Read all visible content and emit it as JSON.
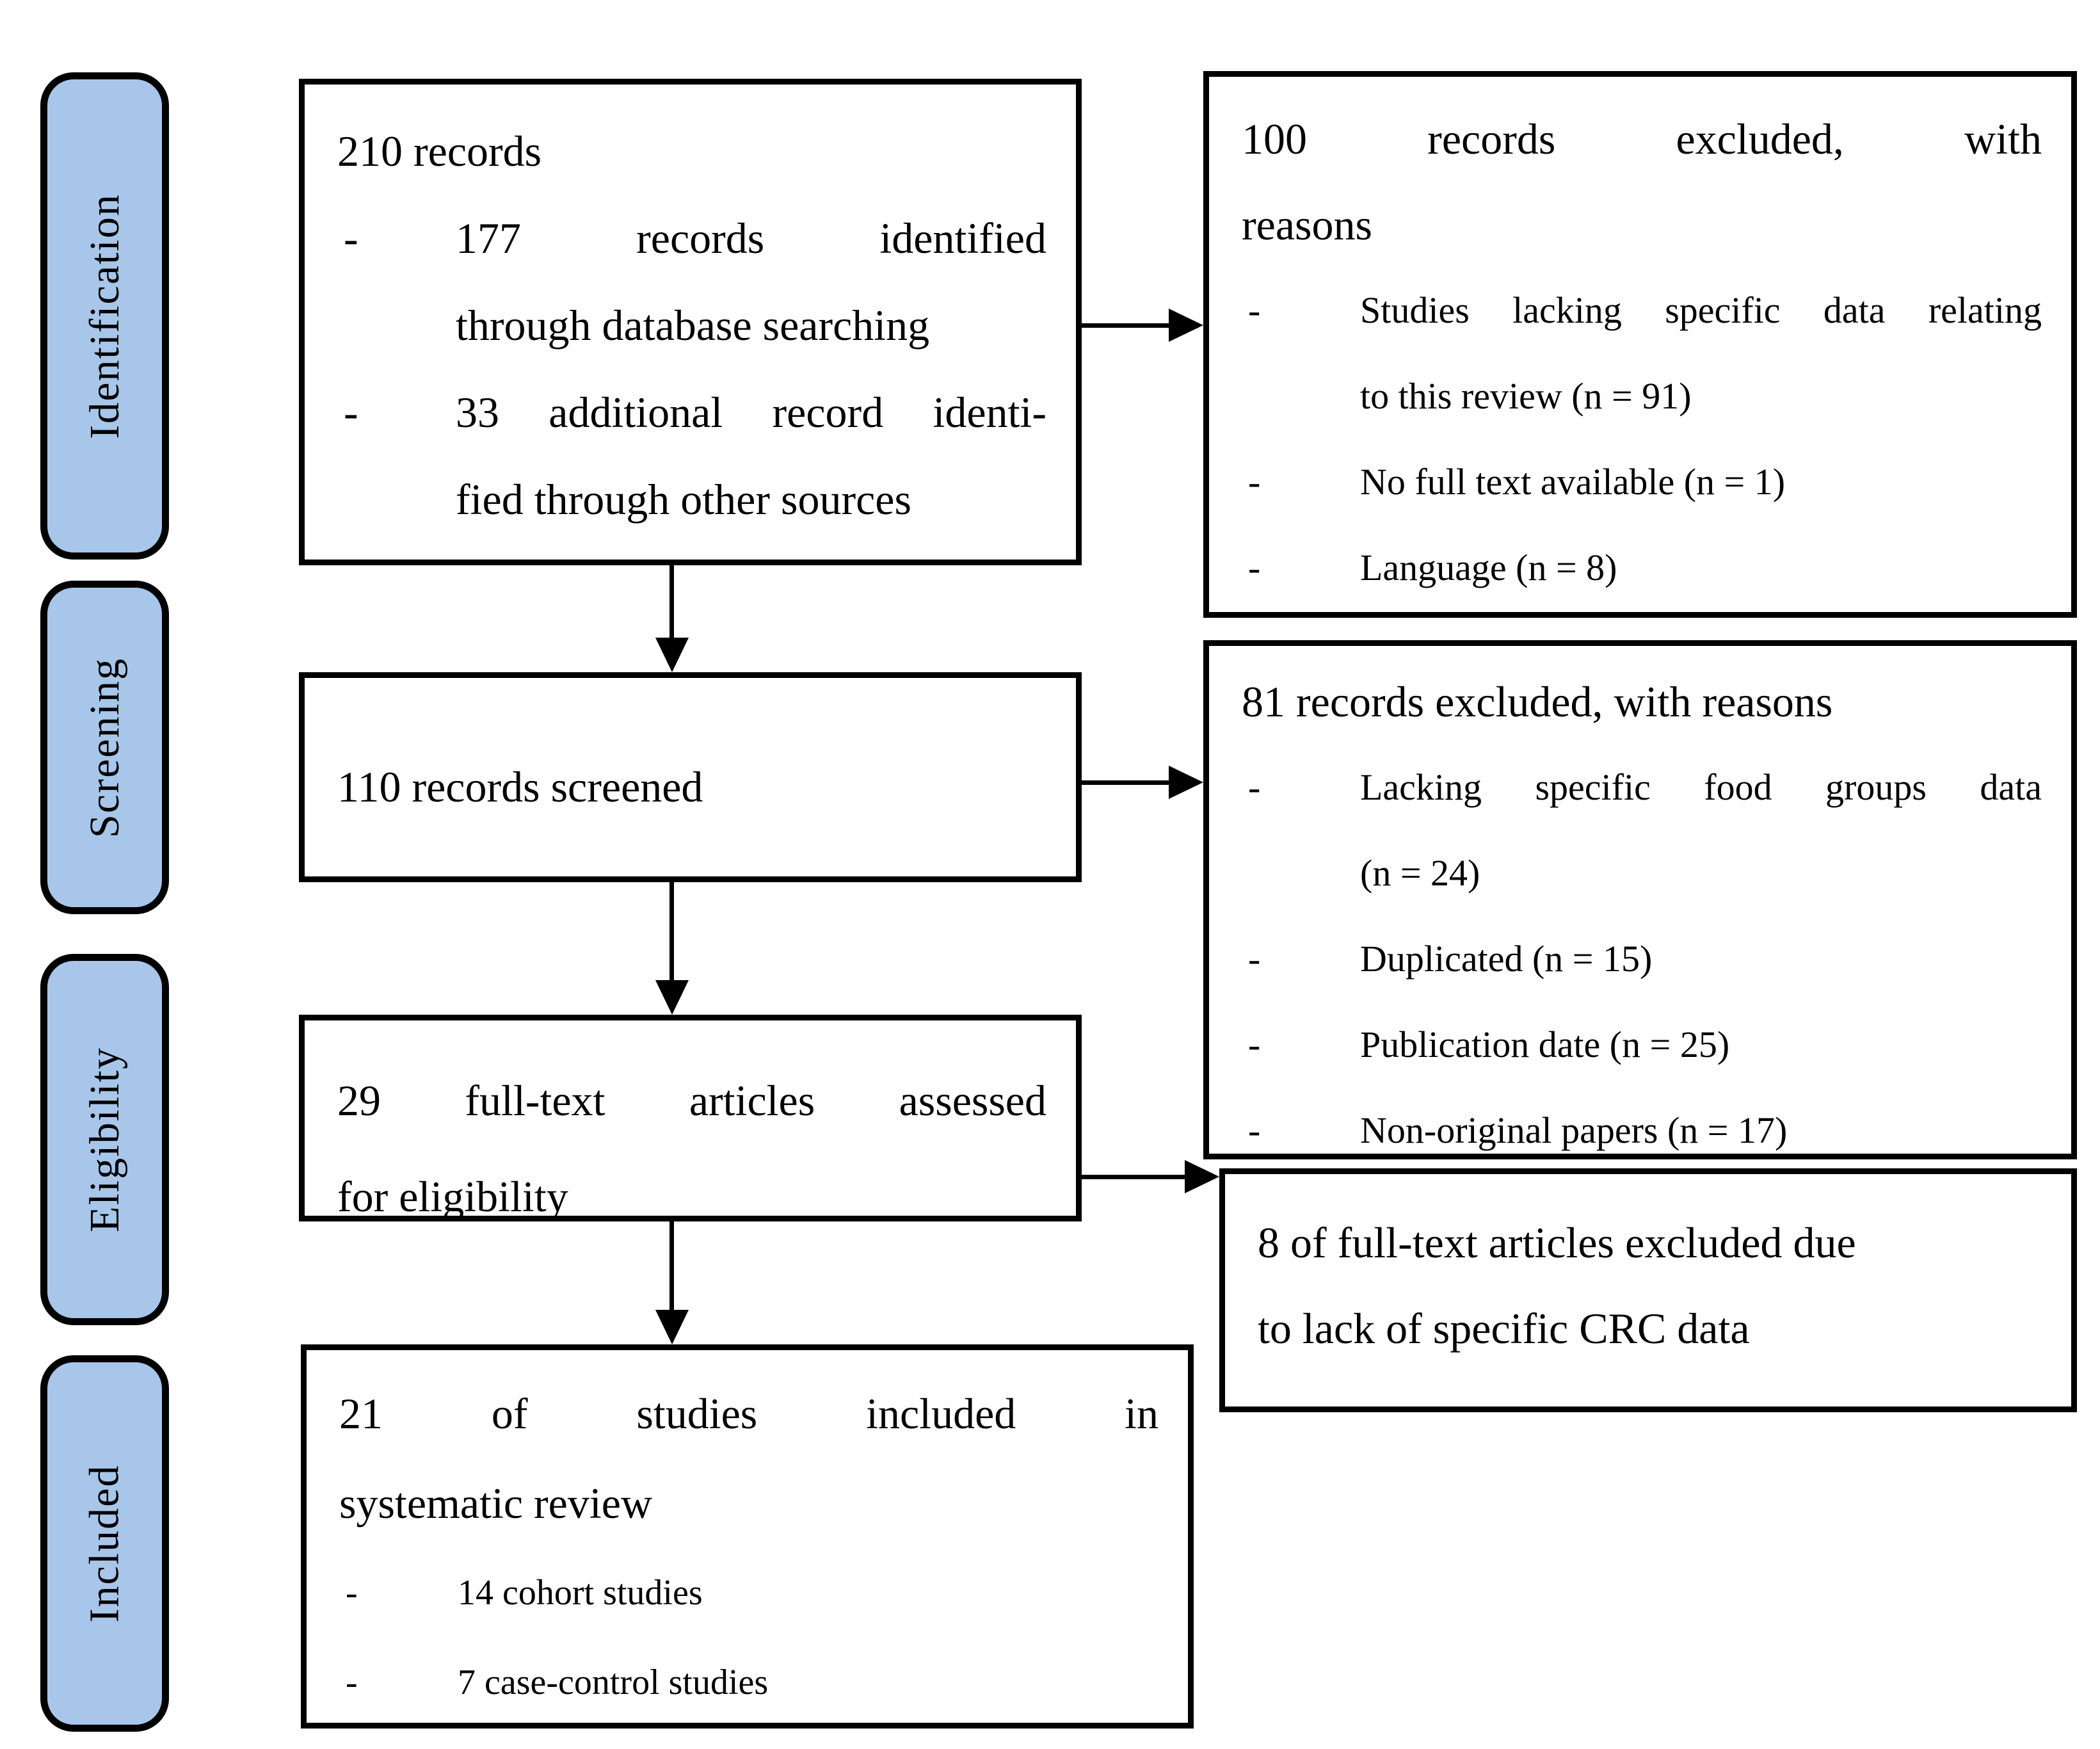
{
  "colors": {
    "stage_fill": "#a8c6e9",
    "line_color": "#000000"
  },
  "bullet_marker": "-",
  "stages": [
    {
      "label": "Identification"
    },
    {
      "label": "Screening"
    },
    {
      "label": "Eligibility"
    },
    {
      "label": "Included"
    }
  ],
  "boxes": {
    "records": {
      "lines": [
        "210 records",
        "177 records identified",
        "through database searching",
        "33 additional record identi-",
        "fied through other sources"
      ]
    },
    "screened": {
      "lines": [
        "110 records screened"
      ]
    },
    "fulltext": {
      "lines": [
        "29 full-text articles assessed",
        "for eligibility"
      ]
    },
    "included": {
      "lines": [
        "21 of studies included in",
        "systematic review",
        "14 cohort studies",
        "7 case-control studies"
      ]
    },
    "excluded100": {
      "lines": [
        "100 records excluded, with",
        "reasons",
        "Studies lacking specific data relating",
        "to this review (n = 91)",
        "No full text available (n = 1)",
        "Language (n = 8)"
      ]
    },
    "excluded81": {
      "lines": [
        "81 records excluded, with reasons",
        "Lacking specific food groups data",
        "(n = 24)",
        "Duplicated (n = 15)",
        "Publication date (n = 25)",
        "Non-original papers (n = 17)"
      ]
    },
    "excluded8": {
      "lines": [
        "8 of full-text articles excluded due",
        "to lack of specific CRC data"
      ]
    }
  }
}
